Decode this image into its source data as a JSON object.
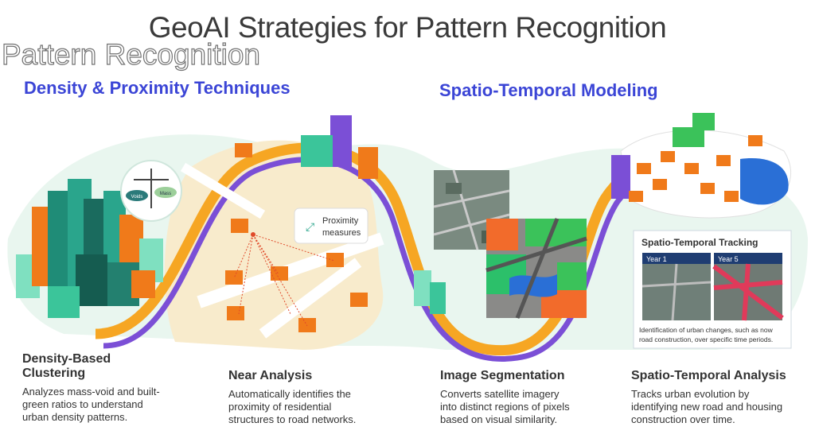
{
  "title": "GeoAI Strategies for  Pattern Recognition",
  "ghost_title": "Pattern Recognition",
  "sections": {
    "left": "Density & Proximity Techniques",
    "right": "Spatio-Temporal Modeling"
  },
  "balance_labels": [
    "Voids",
    "Mass"
  ],
  "proximity_bubble": {
    "line1": "Proximity",
    "line2": "measures"
  },
  "tracking_panel": {
    "title": "Spatio-Temporal Tracking",
    "year1": "Year 1",
    "year5": "Year 5",
    "caption_line1": "Identification of urban changes, such as now",
    "caption_line2": "road construction, over specific time periods."
  },
  "captions": [
    {
      "heading_line1": "Density-Based",
      "heading_line2": "Clustering",
      "body": [
        "Analyzes mass-void and built-",
        "green ratios to understand",
        "urban density patterns."
      ]
    },
    {
      "heading_line1": "Near Analysis",
      "heading_line2": "",
      "body": [
        "Automatically identifies the",
        "proximity of residential",
        "structures to road networks."
      ]
    },
    {
      "heading_line1": "Image Segmentation",
      "heading_line2": "",
      "body": [
        "Converts satellite imagery",
        "into distinct regions of pixels",
        "based on visual similarity."
      ]
    },
    {
      "heading_line1": "Spatio-Temporal Analysis",
      "heading_line2": "",
      "body": [
        "Tracks urban evolution by",
        "identifying new road and housing",
        "construction over time."
      ]
    }
  ],
  "colors": {
    "accent": "#3b45d6",
    "orange": "#f07a1a",
    "purple": "#7b4fd6",
    "teal": "#2aa58c"
  }
}
